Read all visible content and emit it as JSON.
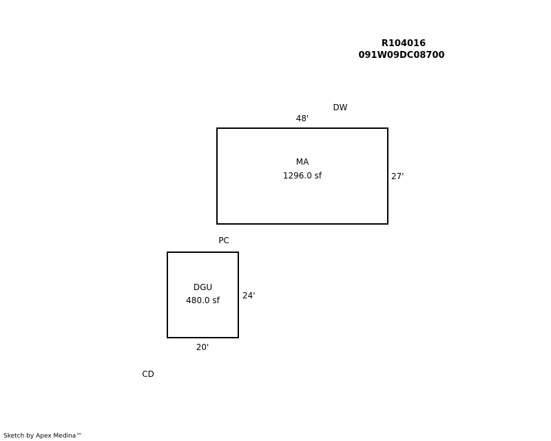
{
  "header": {
    "account": "R104016",
    "parcel": "091W09DC08700"
  },
  "areas": [
    {
      "code": "MA",
      "area": "1296.0 sf",
      "width": "48'",
      "depth": "27'"
    },
    {
      "code": "DGU",
      "area": "480.0 sf",
      "width": "20'",
      "depth": "24'"
    }
  ],
  "labels": {
    "dw": "DW",
    "pc": "PC",
    "cd": "CD"
  },
  "footer": "Sketch by Apex Medina™"
}
